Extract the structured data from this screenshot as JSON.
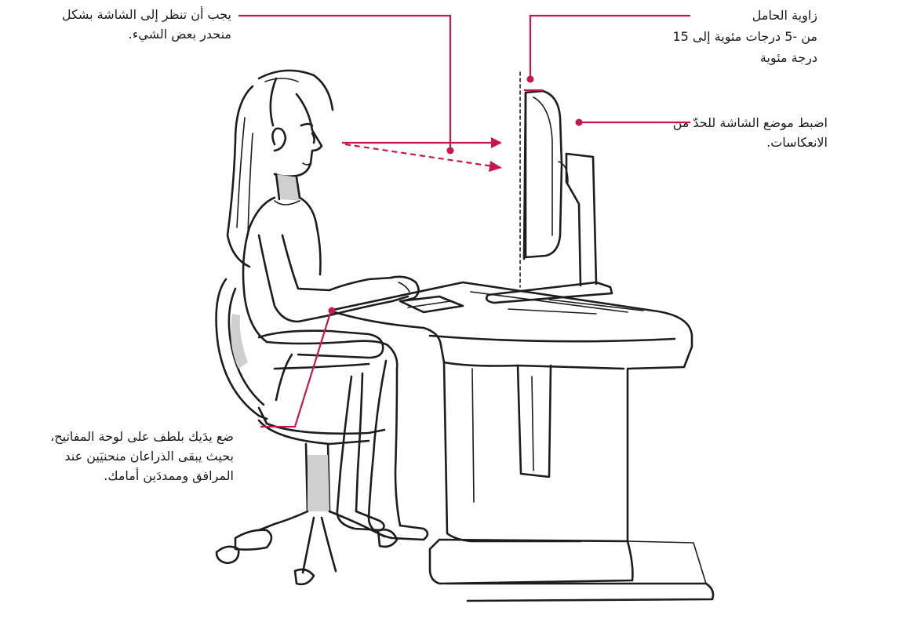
{
  "annotations": {
    "viewing": {
      "lines": [
        "يجب أن تنظر إلى الشاشة بشكل",
        "منحدر بعض الشيء."
      ]
    },
    "tilt": {
      "lines": [
        "زاوية الحامل",
        "من -5 درجات مئوية إلى 15",
        "درجة مئوية"
      ]
    },
    "reflection": {
      "lines": [
        "اضبط موضع الشاشة للحدّ من",
        "الانعكاسات."
      ]
    },
    "hands": {
      "lines": [
        "ضع يدَيك بلطف على لوحة المفاتيح،",
        "بحيث يبقى الذراعان منحنيَين عند",
        "المرافق وممددَين أمامك."
      ]
    }
  },
  "colors": {
    "accent": "#c8174f",
    "ink": "#1d1d1d",
    "background": "#ffffff"
  },
  "icons": {
    "person": "seated-woman-illustration",
    "monitor": "monitor-side-view",
    "desk": "desk-illustration",
    "chair": "office-chair-illustration"
  }
}
